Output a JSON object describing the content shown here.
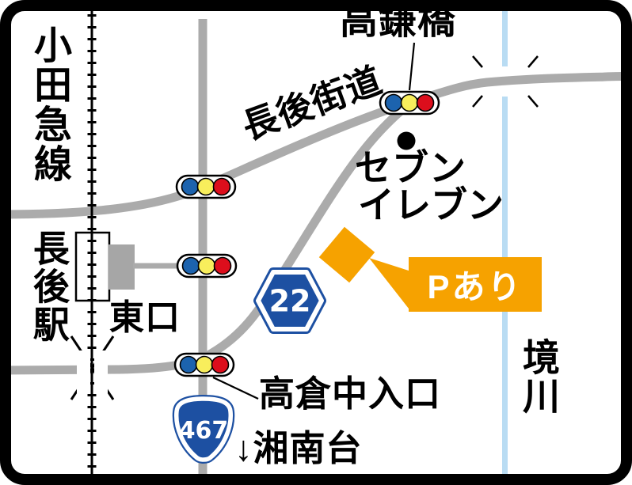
{
  "colors": {
    "bg": "#FFFFFF",
    "frame": "#000000",
    "text": "#000000",
    "road": "#ABABAB",
    "railway": "#000000",
    "river": "#B9DCF3",
    "station-annex": "#A6A6A6",
    "signal-blue": "#1C63AE",
    "signal-yellow": "#F8EE5C",
    "signal-red": "#DC0E1C",
    "shield-blue": "#1D50A2",
    "accent-orange": "#F6A200",
    "label-on-accent": "#FFFFFF"
  },
  "labels": {
    "bridge": "高鎌橋",
    "railway_line": "小田急線",
    "kaido_road": "長後街道",
    "store_line1": "セブン",
    "store_line2": "イレブン",
    "station": "長後駅",
    "station_exit": "東口",
    "route22": "22",
    "route467": "467",
    "parking": "Pあり",
    "intersection": "高倉中入口",
    "direction": "↓湘南台",
    "river": "境川"
  }
}
